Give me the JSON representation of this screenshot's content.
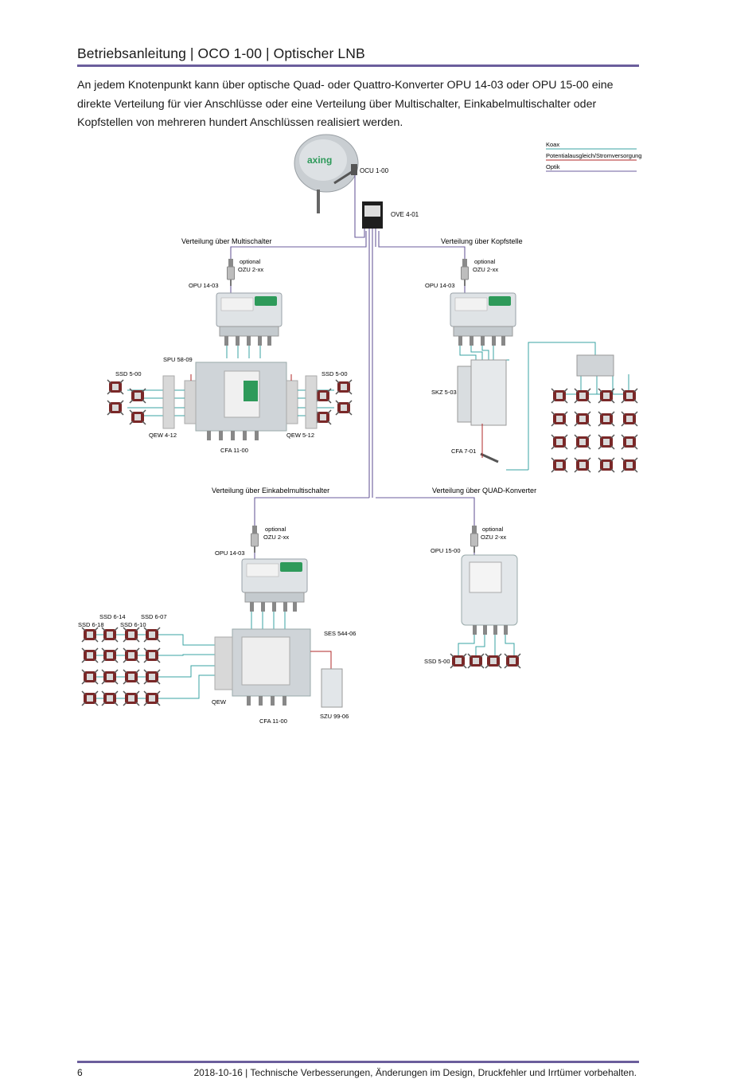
{
  "header": {
    "title": "Betriebsanleitung | OCO 1-00 | Optischer LNB"
  },
  "intro": "An jedem Knotenpunkt kann über optische Quad- oder Quattro-Konverter OPU 14-03 oder OPU 15-00 eine direkte Verteilung für vier Anschlüsse oder eine Verteilung über Multischalter, Einkabelmultischalter oder Kopfstellen von mehreren hundert Anschlüssen realisiert werden.",
  "legend": {
    "koax": "Koax",
    "potential": "Potentialausgleich/Stromversorgung",
    "optik": "Optik"
  },
  "colors": {
    "koax": "#3aa3a3",
    "potential": "#b22a2a",
    "optik": "#6b5e9c",
    "rule": "#6b5e9c"
  },
  "labels": {
    "oco": "OCU 1-00",
    "ove": "OVE 4-01",
    "sec_ms": "Verteilung über Multischalter",
    "sec_ks": "Verteilung über Kopfstelle",
    "sec_ek": "Verteilung über Einkabelmultischalter",
    "sec_quad": "Verteilung über QUAD-Konverter",
    "opt": "optional",
    "ozu_a": "OZU 2-xx",
    "ozu_b": "OZU 2-xx",
    "ozu_c": "OZU 2-xx",
    "ozu_d": "OZU 2-xx",
    "opu_a": "OPU 14-03",
    "opu_b": "OPU 14-03",
    "opu_c": "OPU 14-03",
    "opu_d": "OPU 15-00",
    "spu": "SPU 58-09",
    "ssd_l": "SSD 5-00",
    "ssd_r": "SSD 5-00",
    "ssd_q": "SSD 5-00",
    "qew_l": "QEW 4-12",
    "qew_r": "QEW 5-12",
    "cfa_a": "CFA 11-00",
    "cfa_b": "CFA 11-00",
    "skz": "SKZ 5-03",
    "cfa7": "CFA 7-01",
    "ssd614": "SSD 6-14",
    "ssd607": "SSD 6-07",
    "ssd618": "SSD 6-18",
    "ssd610": "SSD 6-10",
    "ses": "SES 544-06",
    "qew": "QEW",
    "szu": "SZU 99-06",
    "brand": "axing"
  },
  "footer": {
    "page": "6",
    "note": "2018-10-16 | Technische Verbesserungen, Änderungen im Design, Druckfehler und Irrtümer vorbehalten."
  }
}
